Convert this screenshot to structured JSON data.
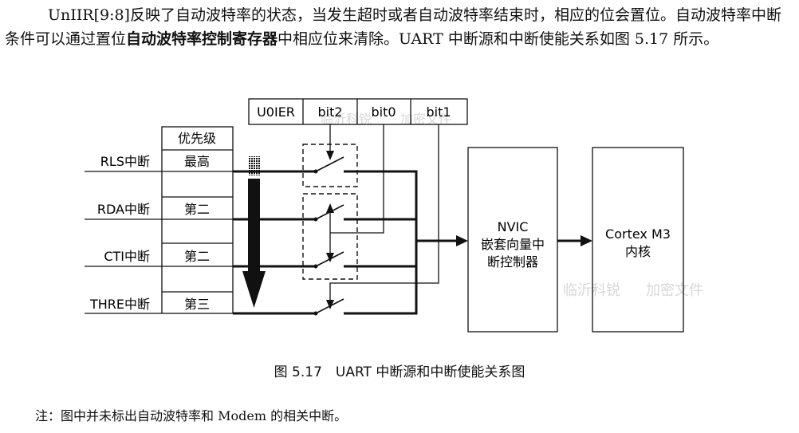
{
  "paragraph": {
    "part1": "UnIIR[9:8]反映了自动波特率的状态，当发生超时或者自动波特率结束时，相应的位会置位。自动波特率中断条件可以通过置位",
    "bold": "自动波特率控制寄存器",
    "part2": "中相应位来清除。UART 中断源和中断使能关系如图 5.17 所示。"
  },
  "diagram": {
    "register": {
      "name": "U0IER",
      "bits": [
        "bit2",
        "bit0",
        "bit1"
      ]
    },
    "priority_header": "优先级",
    "sources": [
      {
        "name": "RLS中断",
        "priority": "最高"
      },
      {
        "name": "RDA中断",
        "priority": "第二"
      },
      {
        "name": "CTI中断",
        "priority": "第二"
      },
      {
        "name": "THRE中断",
        "priority": "第三"
      }
    ],
    "nvic": {
      "line1": "NVIC",
      "line2": "嵌套向量中",
      "line3": "断控制器"
    },
    "cortex": {
      "line1": "Cortex M3",
      "line2": "内核"
    },
    "watermark": [
      "临沂科锐",
      "加密文件"
    ]
  },
  "caption": "图 5.17　UART 中断源和中断使能关系图",
  "note": "注：图中并未标出自动波特率和 Modem 的相关中断。",
  "colors": {
    "line": "#111111",
    "watermark": "#d8d8d8"
  }
}
